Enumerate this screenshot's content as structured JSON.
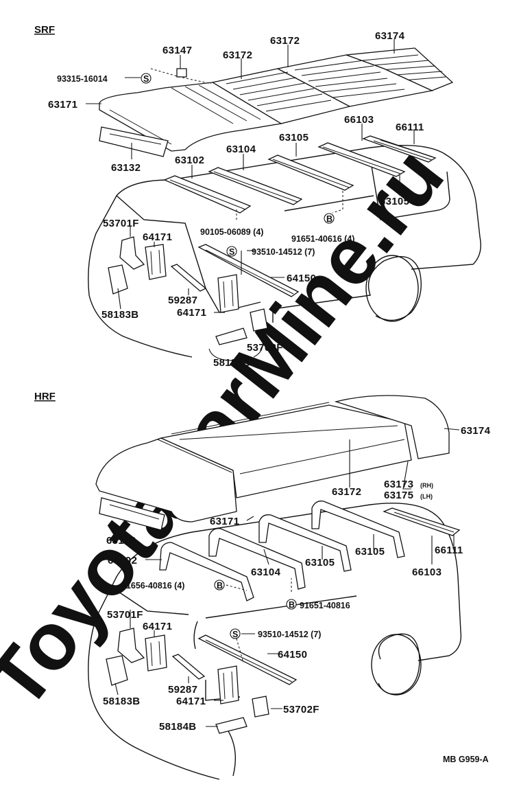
{
  "watermark": "ToyotaCarMine.ru",
  "sections": {
    "srf": {
      "title": "SRF"
    },
    "hrf": {
      "title": "HRF"
    }
  },
  "srf_labels": {
    "p63174": "63174",
    "p63172a": "63172",
    "p63172b": "63172",
    "p63147": "63147",
    "p93315": "93315-16014",
    "p63171": "63171",
    "p63132": "63132",
    "p66103": "66103",
    "p66111": "66111",
    "p63105a": "63105",
    "p63104": "63104",
    "p63102": "63102",
    "p63105b": "63105",
    "p90105": "90105-06089 (4)",
    "p91651": "91651-40616 (4)",
    "p53701f": "53701F",
    "p64171a": "64171",
    "p93510": "93510-14512 (7)",
    "p64150": "64150",
    "p59287": "59287",
    "p64171b": "64171",
    "p58183b": "58183B",
    "p53702f": "53702F",
    "p58184b": "58184B"
  },
  "hrf_labels": {
    "p63174": "63174",
    "p63173": "63173",
    "p63173_side": "(RH)",
    "p63175": "63175",
    "p63175_side": "(LH)",
    "p63172": "63172",
    "p63171": "63171",
    "p63132": "63132",
    "p63102": "63102",
    "p63104": "63104",
    "p63105a": "63105",
    "p63105b": "63105",
    "p66111": "66111",
    "p66103": "66103",
    "p91656": "91656-40816 (4)",
    "p91651": "91651-40816",
    "p53701f": "53701F",
    "p64171a": "64171",
    "p93510": "93510-14512 (7)",
    "p64150": "64150",
    "p59287": "59287",
    "p64171b": "64171",
    "p58183b": "58183B",
    "p53702f": "53702F",
    "p58184b": "58184B"
  },
  "symbols": {
    "s": "S",
    "b": "B"
  },
  "footer": {
    "code": "MB G959-A"
  }
}
